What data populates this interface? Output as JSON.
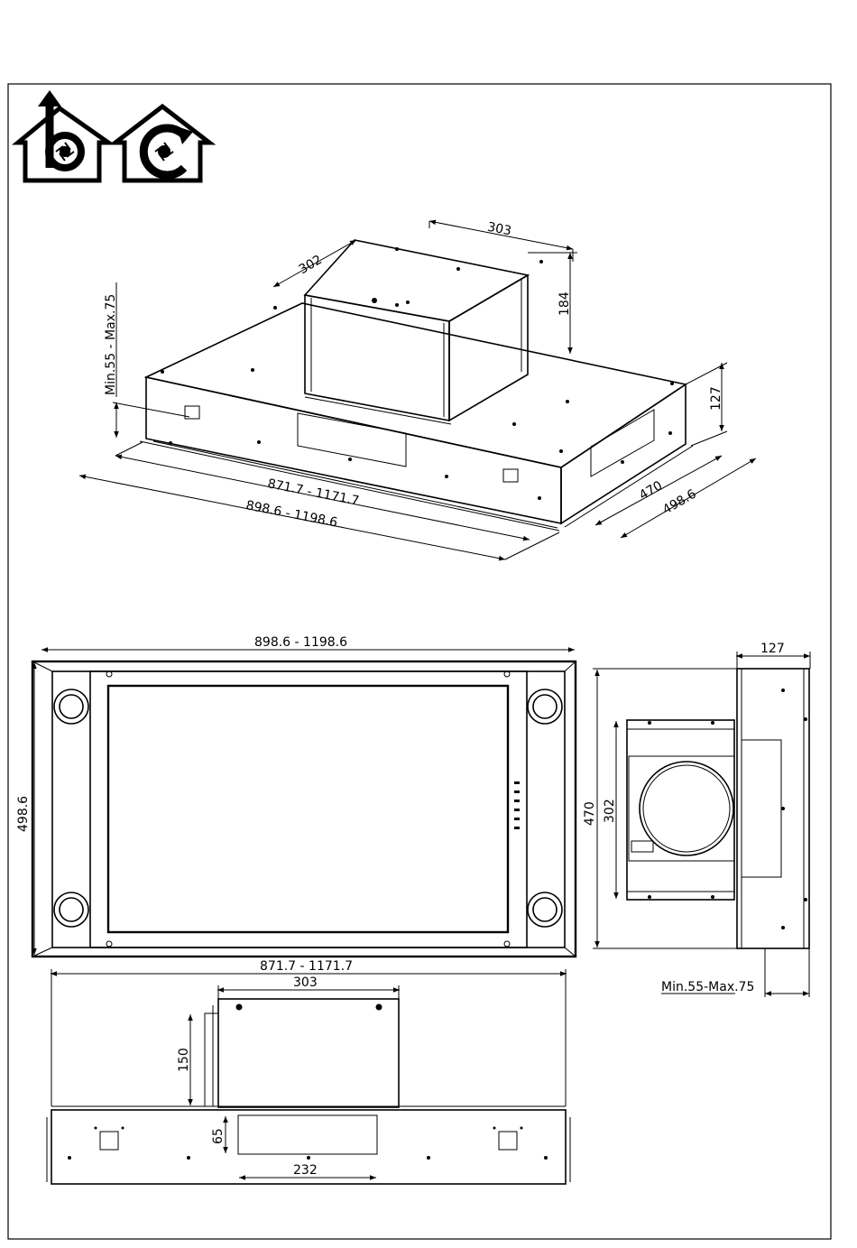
{
  "icons": [
    {
      "name": "ducted-extraction-icon"
    },
    {
      "name": "recirculation-icon"
    }
  ],
  "iso_view": {
    "dim_motor_width": "303",
    "dim_motor_depth": "302",
    "dim_motor_height": "184",
    "dim_hood_height": "127",
    "dim_cut_width": "871.7  -  1171.7",
    "dim_overall_width": "898.6  -  1198.6",
    "dim_cut_depth": "470",
    "dim_overall_depth": "498.6",
    "dim_flange": "Min.55  -  Max.75"
  },
  "top_view": {
    "dim_width": "898.6  -  1198.6",
    "dim_depth": "498.6"
  },
  "side_view": {
    "dim_height": "127",
    "dim_cut_depth": "470",
    "dim_motor_depth": "302",
    "dim_flange": "Min.55-Max.75"
  },
  "front_view": {
    "dim_width": "871.7  -  1171.7",
    "dim_motor_width": "303",
    "dim_motor_height": "150",
    "dim_opening_height": "65",
    "dim_opening_width": "232"
  }
}
